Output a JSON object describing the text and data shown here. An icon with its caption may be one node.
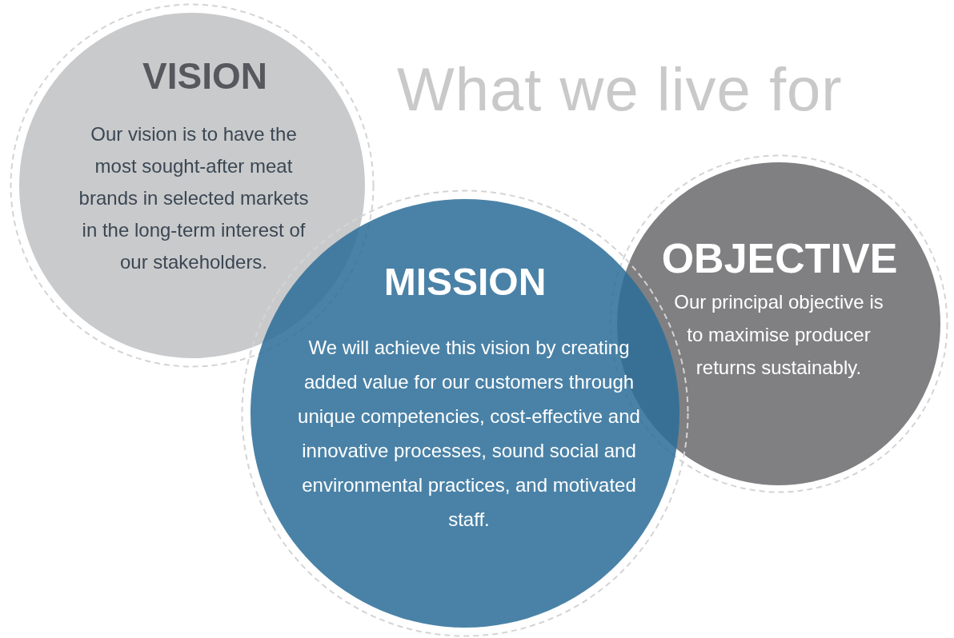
{
  "diagram": {
    "title": "What we live for",
    "nodes": [
      {
        "text": [
          "VISION",
          "Our vision is to have the most sought-after meat brands in selected markets in the long-term interest of our stakeholders."
        ]
      },
      {
        "text": [
          "MISSION",
          "We will achieve this vision by creating added value for our customers through unique competencies, cost-effective and innovative processes, sound social and environmental practices, and motivated staff."
        ]
      },
      {
        "text": [
          "OBJECTIVE",
          "Our principal objective is to maximise producer returns sustainably."
        ]
      }
    ]
  }
}
